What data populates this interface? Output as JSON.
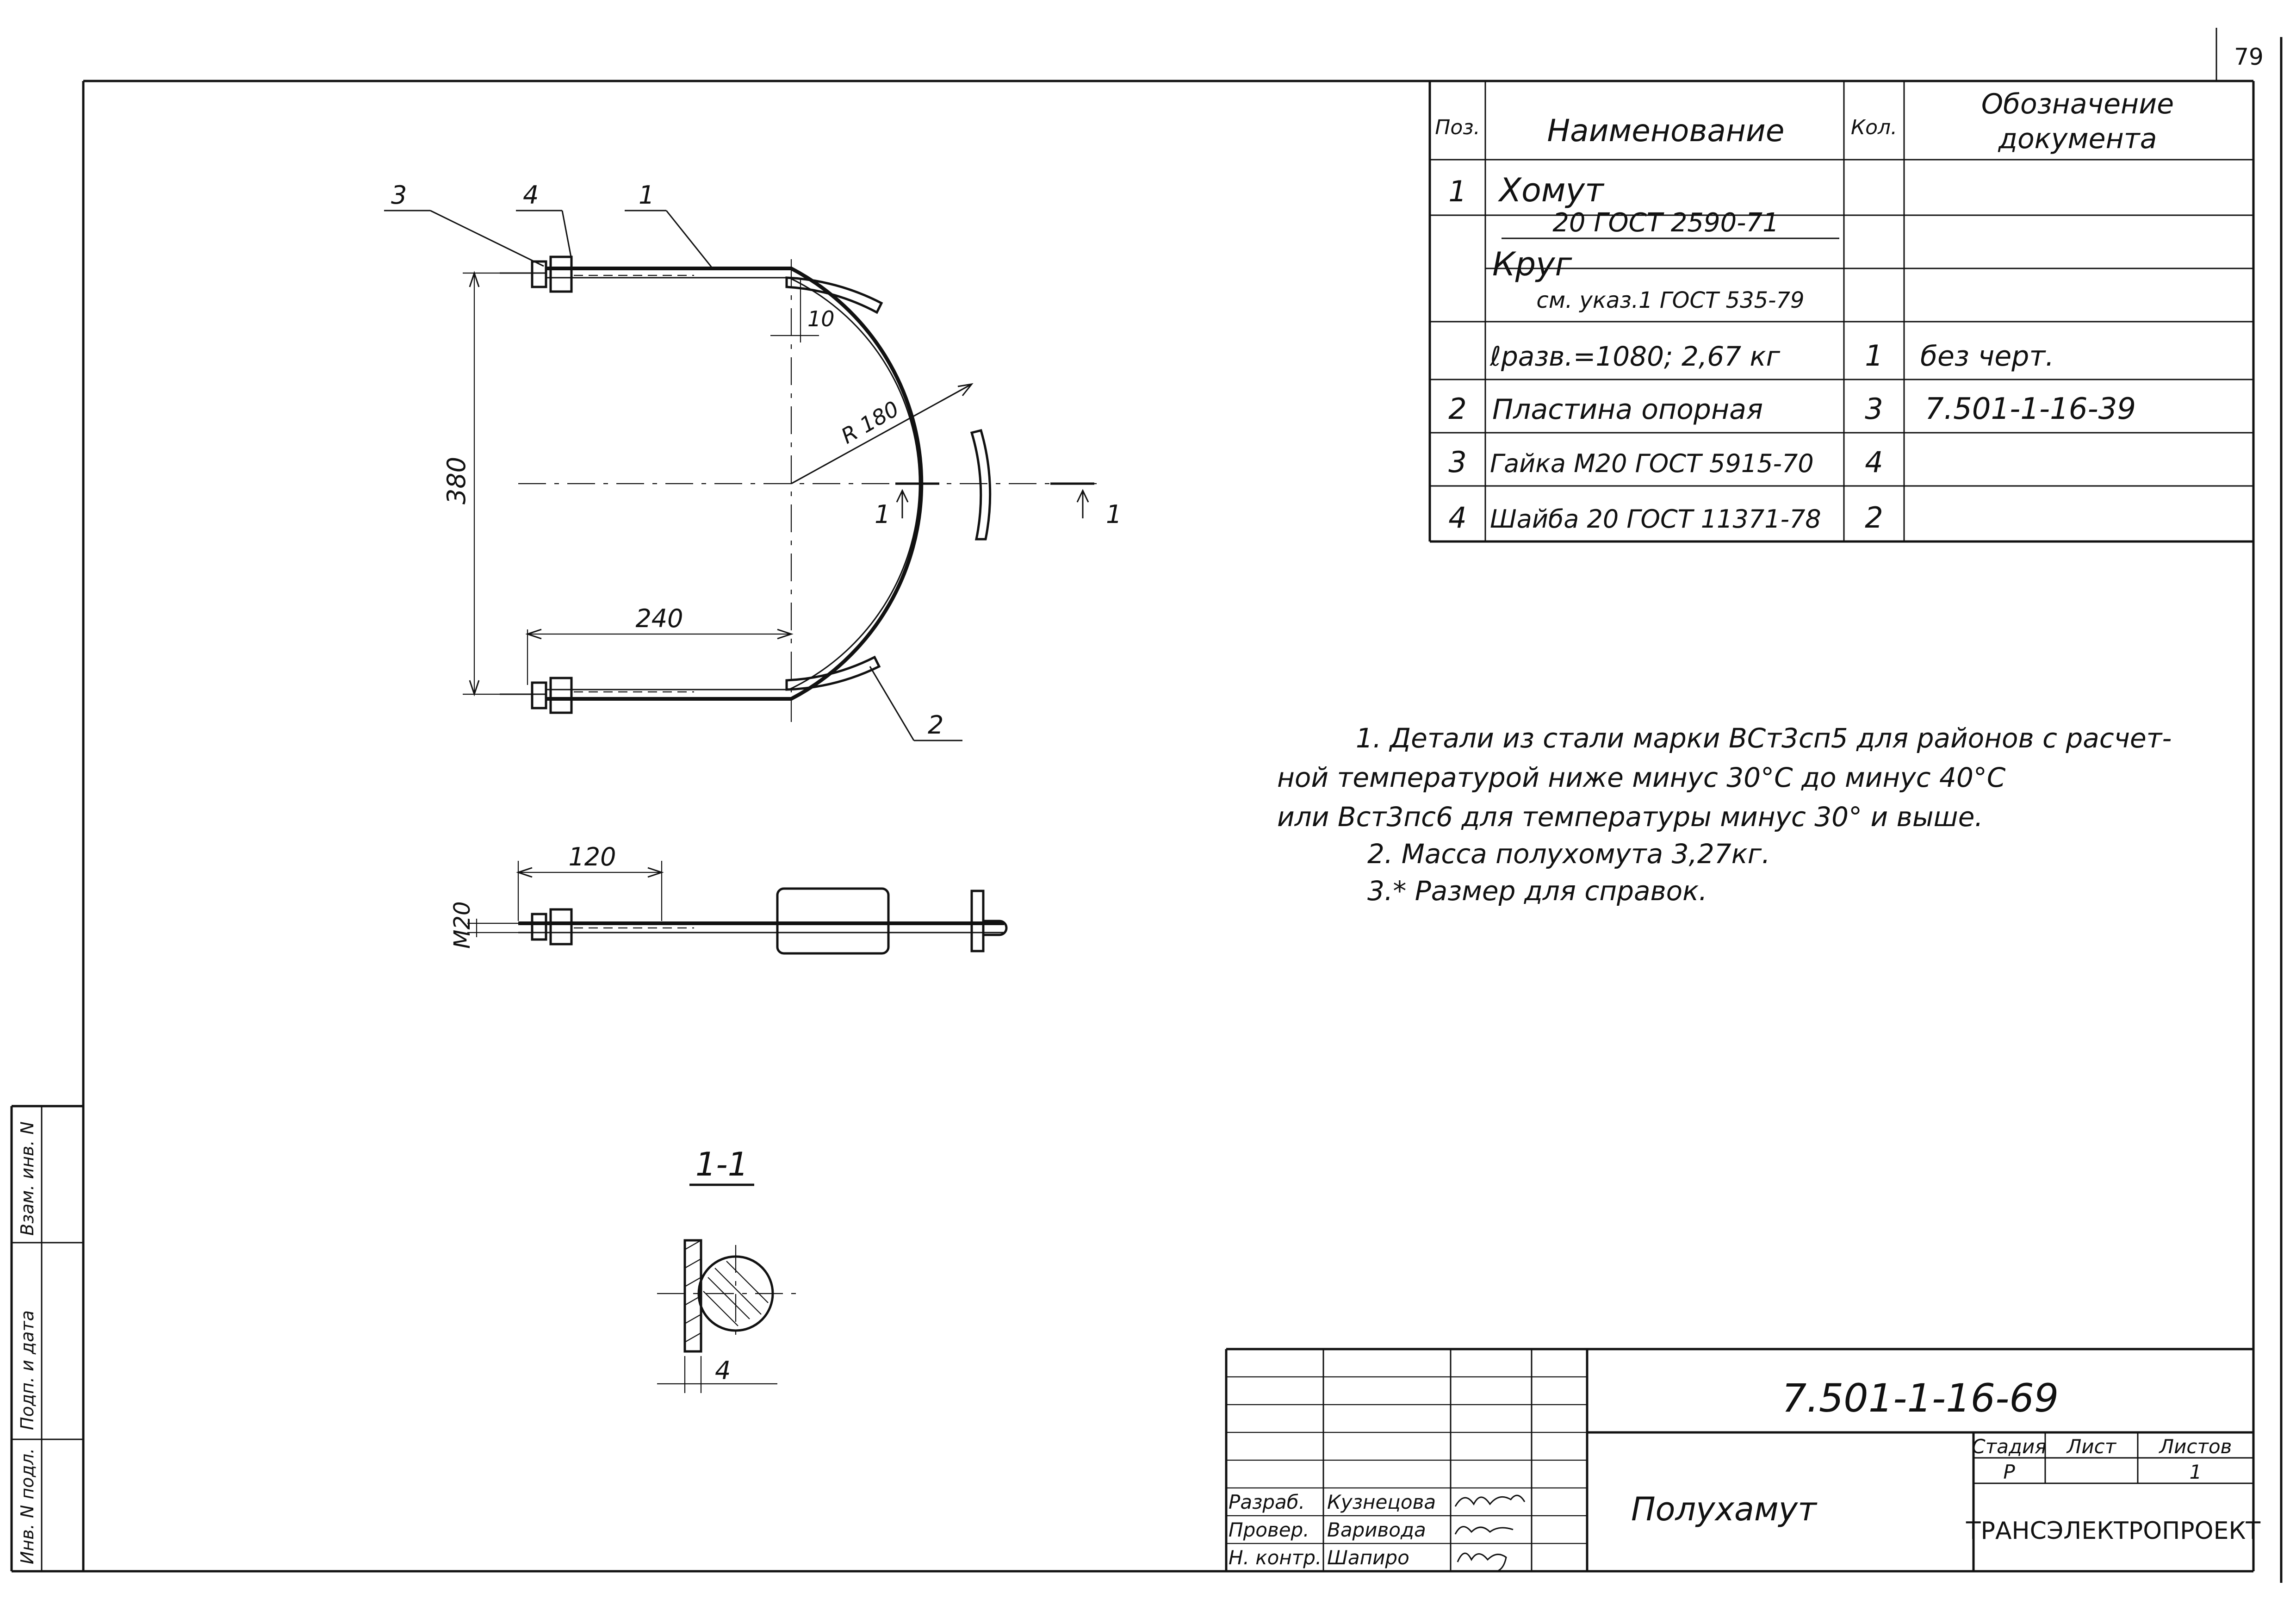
{
  "sheet_number": "79",
  "spec_table": {
    "headers": {
      "pos": "Поз.",
      "name": "Наименование",
      "qty": "Кол.",
      "doc_line1": "Обозначение",
      "doc_line2": "документа"
    },
    "rows": [
      {
        "pos": "1",
        "name": "Хомут",
        "qty": "",
        "doc": ""
      },
      {
        "pos": "",
        "name_prefix": "Круг",
        "name_top": "20  ГОСТ 2590-71",
        "name_bottom": "см. указ.1 ГОСТ 535-79",
        "qty": "",
        "doc": ""
      },
      {
        "pos": "",
        "name": "ℓразв.=1080;  2,67 кг",
        "qty": "1",
        "doc": "без черт."
      },
      {
        "pos": "2",
        "name": "Пластина  опорная",
        "qty": "3",
        "doc": "7.501-1-16-39"
      },
      {
        "pos": "3",
        "name": "Гайка М20  ГОСТ 5915-70",
        "qty": "4",
        "doc": ""
      },
      {
        "pos": "4",
        "name": "Шайба 20  ГОСТ 11371-78",
        "qty": "2",
        "doc": ""
      }
    ]
  },
  "notes": [
    "1. Детали из стали марки ВСт3сп5 для районов с расчет-",
    "ной температурой ниже минус 30°С  до минус 40°С",
    "или Вст3пс6  для  температуры минус 30° и выше.",
    "2. Масса  полухомута 3,27кг.",
    "3.* Размер  для  справок."
  ],
  "drawing": {
    "leaders": [
      "3",
      "4",
      "1",
      "2"
    ],
    "dims": {
      "height": "380",
      "width": "240",
      "offset": "10",
      "radius": "R 180",
      "thread": "M20",
      "thread_len": "120",
      "plate": "4"
    },
    "section_mark": "1",
    "section_title": "1-1"
  },
  "title_block": {
    "doc_code": "7.501-1-16-69",
    "title": "Полухамут",
    "organization": "ТРАНСЭЛЕКТРОПРОЕКТ",
    "stage_label": "Стадия",
    "sheet_label": "Лист",
    "sheets_label": "Листов",
    "stage_value": "Р",
    "sheets_value": "1",
    "roles": [
      {
        "role": "Разраб.",
        "name": "Кузнецова"
      },
      {
        "role": "Провер.",
        "name": "Варивода"
      },
      {
        "role": "Н. контр.",
        "name": "Шапиро"
      }
    ]
  },
  "side_stamps": [
    "Инв. N подл.",
    "Подп. и дата",
    "Взам. инв. N"
  ]
}
